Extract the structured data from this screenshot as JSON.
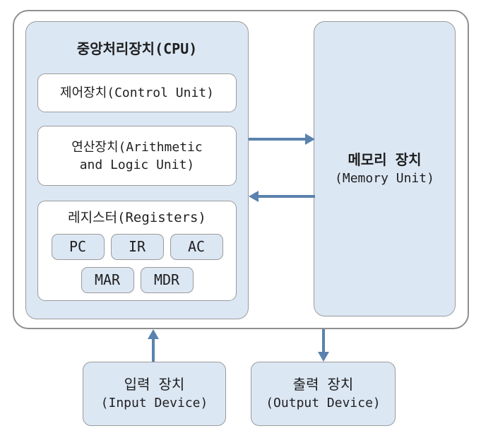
{
  "cpu": {
    "title": "중앙처리장치(CPU)"
  },
  "control_unit": {
    "label": "제어장치(Control Unit)"
  },
  "alu": {
    "line1": "연산장치(Arithmetic",
    "line2": "and Logic Unit)"
  },
  "registers": {
    "title": "레지스터(Registers)",
    "chips": [
      "PC",
      "IR",
      "AC",
      "MAR",
      "MDR"
    ]
  },
  "memory": {
    "line1": "메모리 장치",
    "line2": "(Memory Unit)"
  },
  "input_device": {
    "line1": "입력 장치",
    "line2": "(Input Device)"
  },
  "output_device": {
    "line1": "출력 장치",
    "line2": "(Output Device)"
  },
  "colors": {
    "box_fill": "#dce7f4",
    "box_border": "#9b9b9b",
    "outer_border": "#8f8f8f",
    "arrow": "#5b82ae",
    "text": "#1f1f1f"
  }
}
